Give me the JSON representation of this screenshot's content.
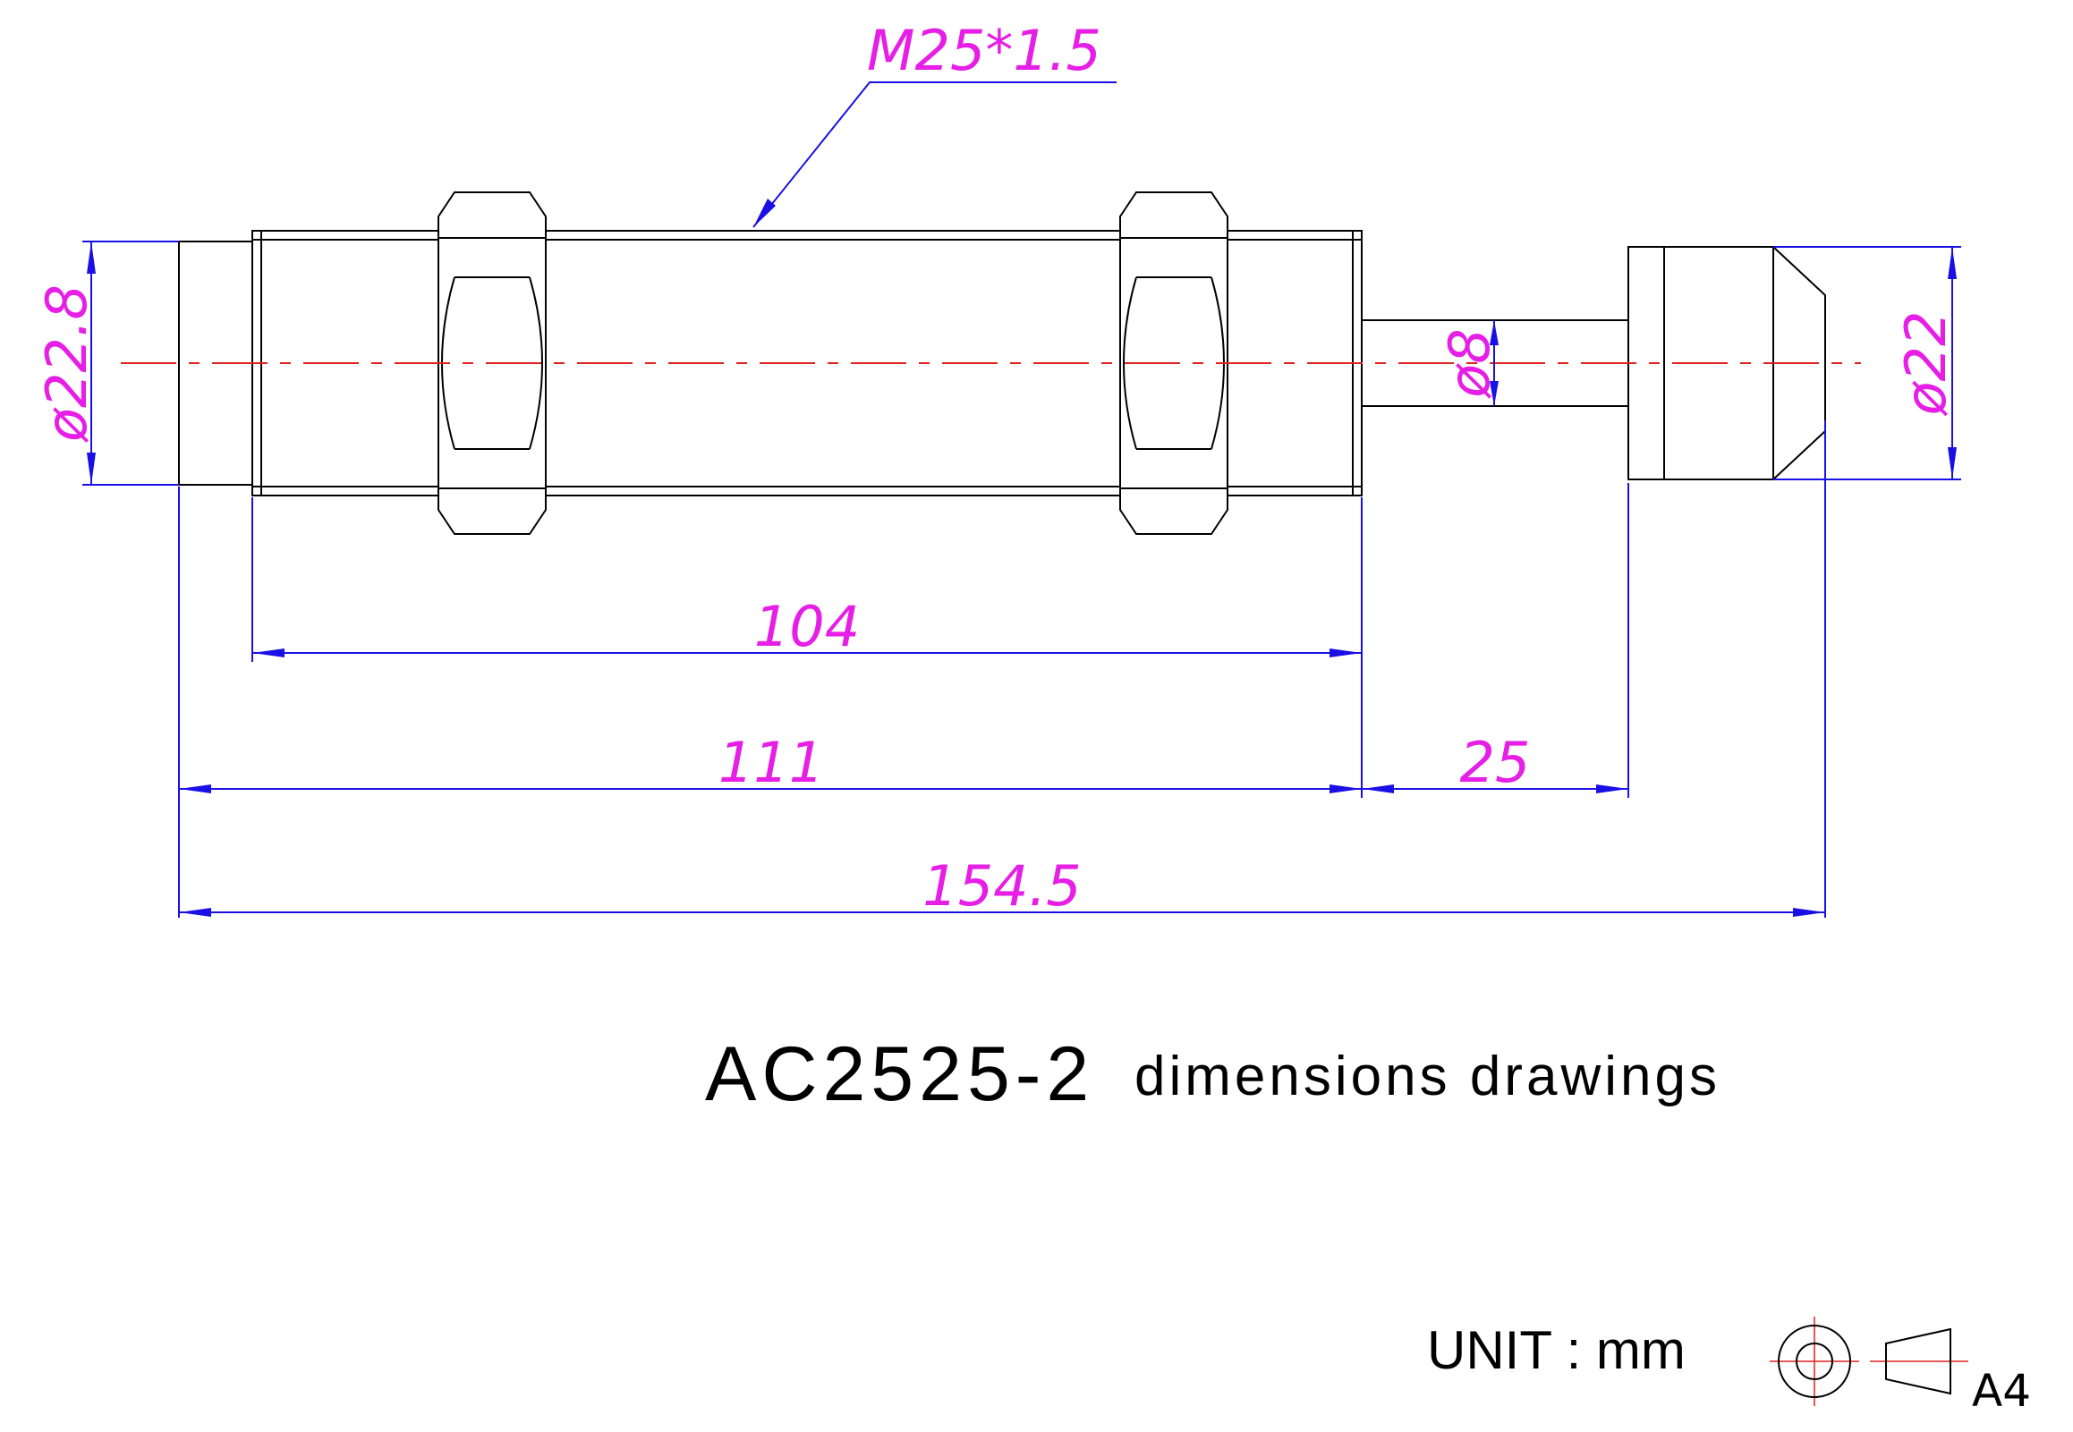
{
  "callouts": {
    "thread": "M25*1.5"
  },
  "dimensions": {
    "body_diameter": "ø22.8",
    "rod_diameter": "ø8",
    "cap_diameter": "ø22",
    "thread_length": "104",
    "body_length": "111",
    "stroke": "25",
    "overall_length": "154.5"
  },
  "title": {
    "model": "AC2525-2",
    "description": "dimensions drawings"
  },
  "footer": {
    "unit": "UNIT : mm",
    "sheet_size": "A4"
  },
  "colors": {
    "outline": "#000000",
    "centerline": "#e0201c",
    "dimension_line": "#1a10e6",
    "dimension_text": "#e61ee6"
  },
  "icons": {
    "projection": "first-angle-projection-symbol"
  }
}
